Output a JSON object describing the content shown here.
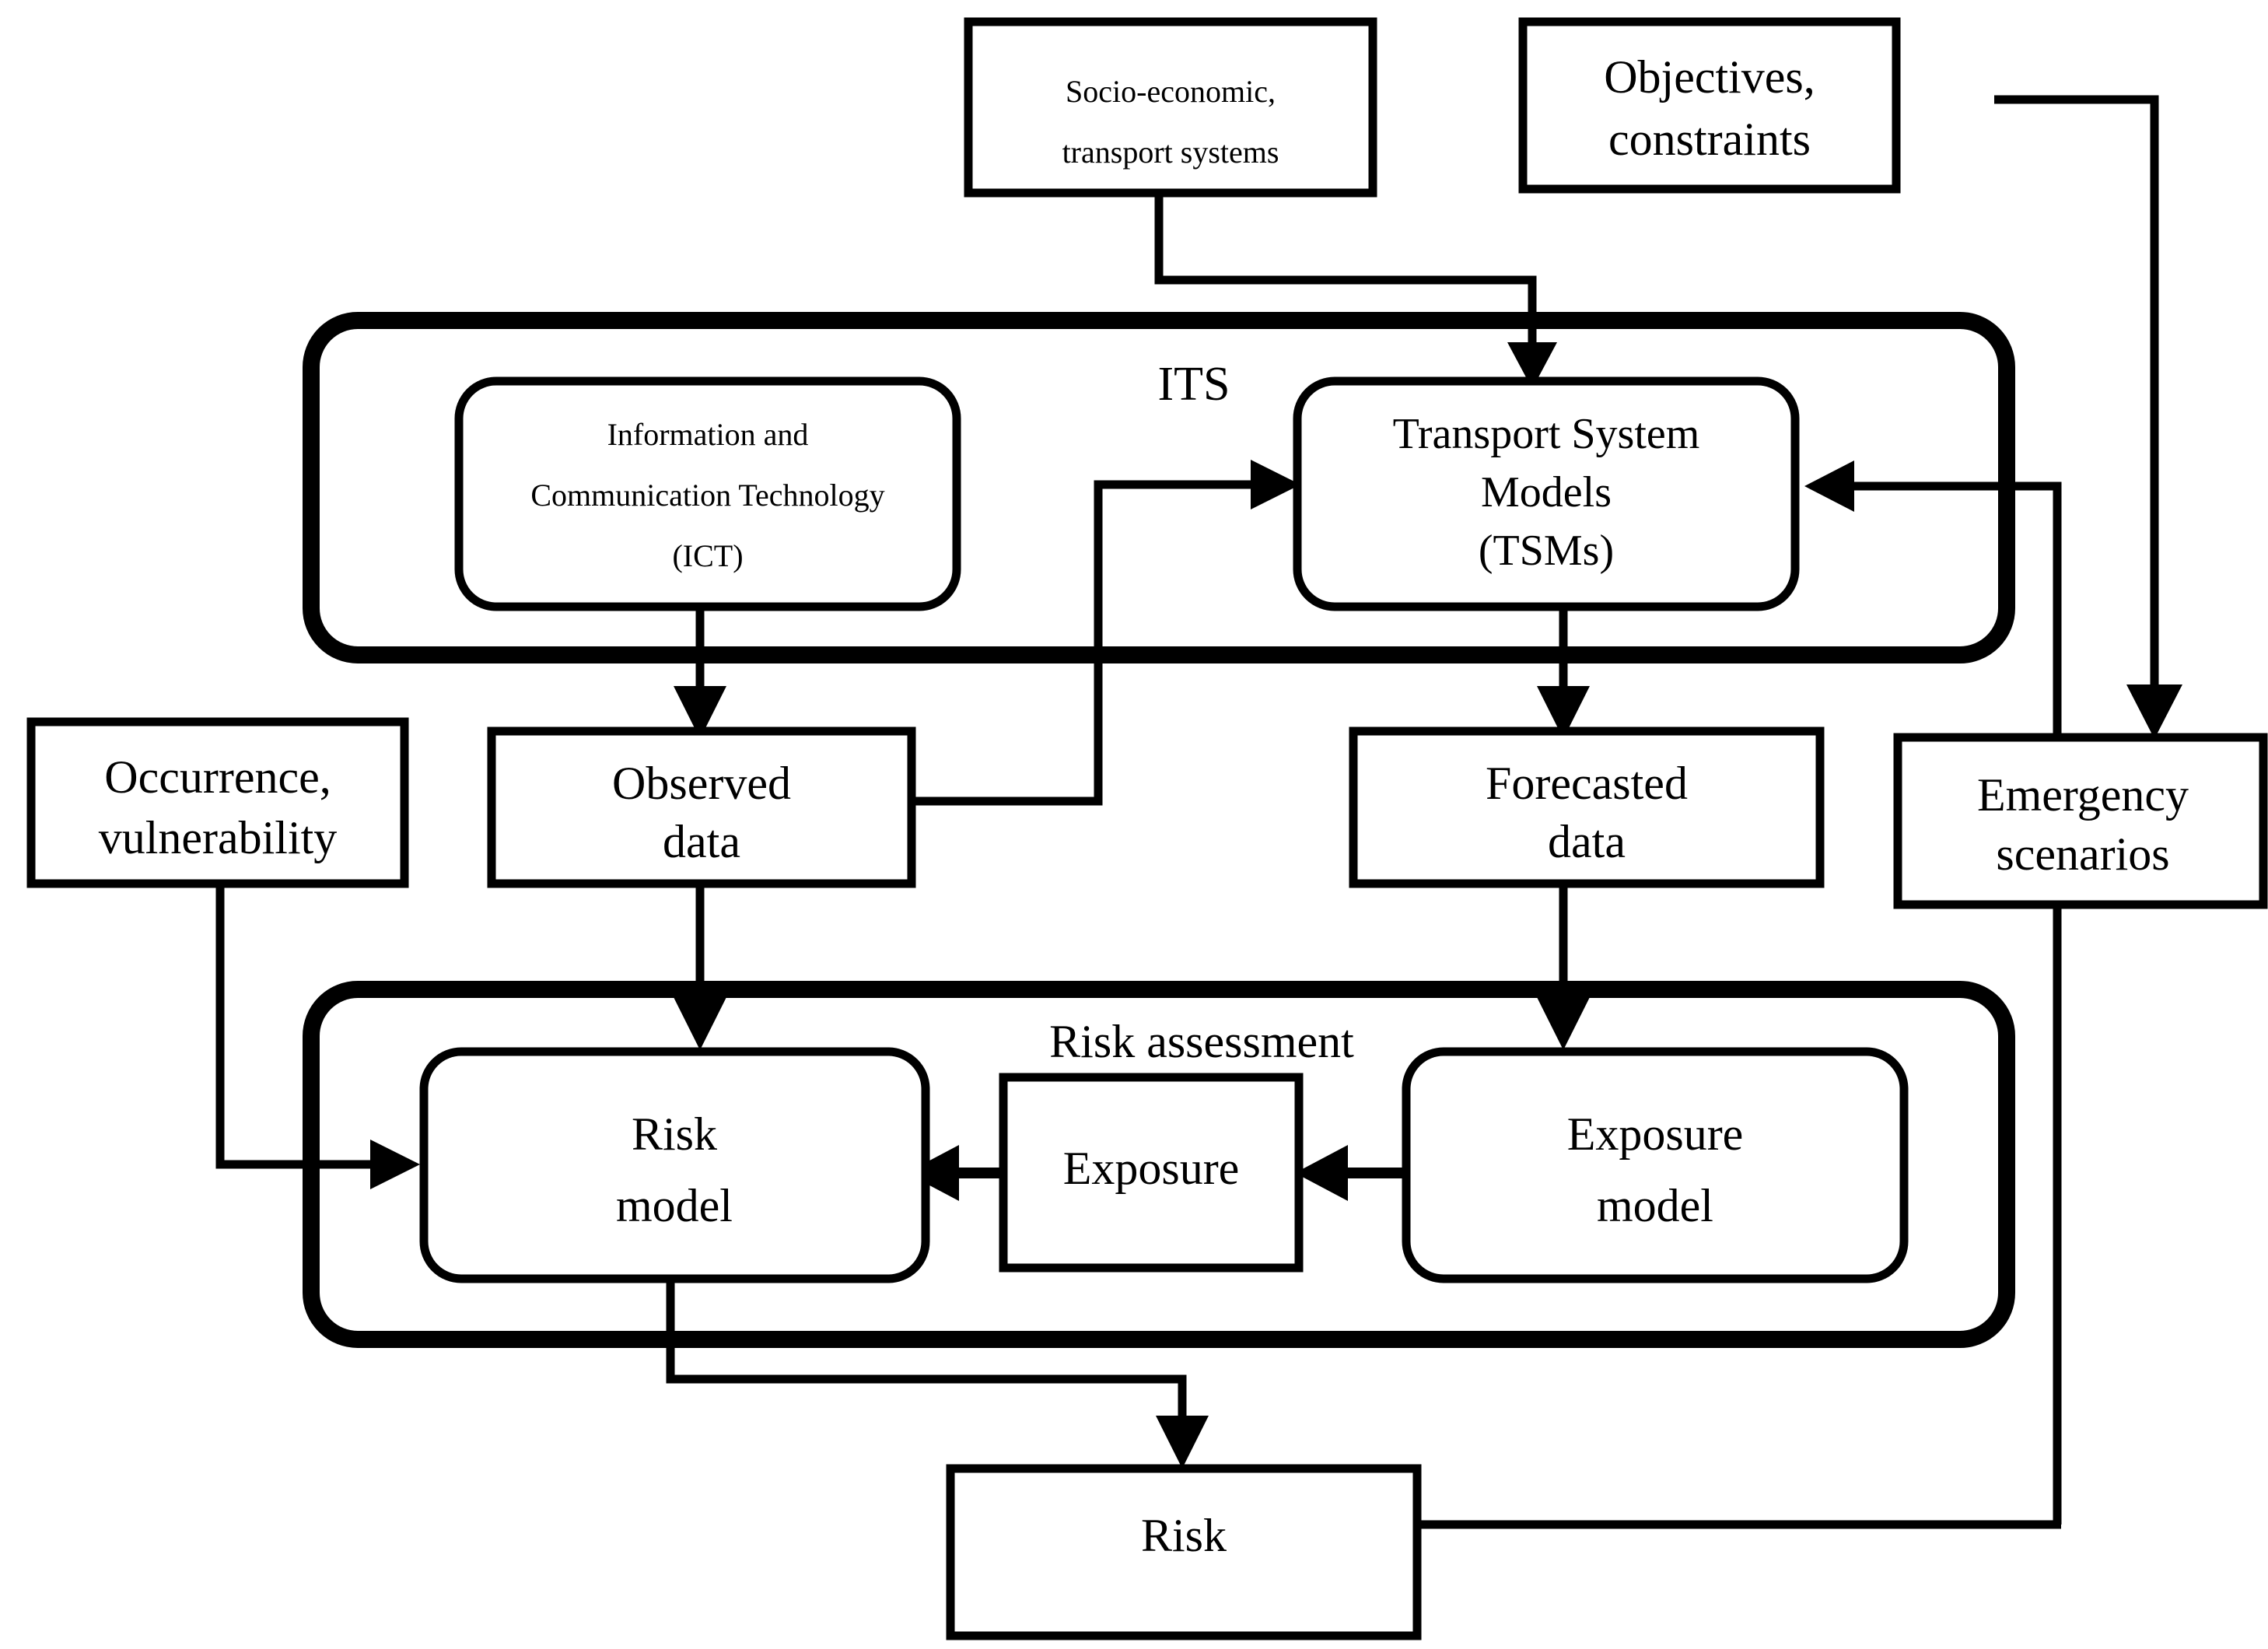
{
  "diagram": {
    "title": "ITS risk assessment framework flowchart",
    "nodes": {
      "socio": {
        "line1": "Socio-economic,",
        "line2": "transport systems"
      },
      "objectives": {
        "line1": "Objectives,",
        "line2": "constraints"
      },
      "its_label": "ITS",
      "ict": {
        "line1": "Information and",
        "line2": "Communication Technology",
        "line3": "(ICT)"
      },
      "tsm": {
        "line1": "Transport System",
        "line2": "Models",
        "line3": "(TSMs)"
      },
      "occurrence": {
        "line1": "Occurrence,",
        "line2": "vulnerability"
      },
      "observed": {
        "line1": "Observed",
        "line2": "data"
      },
      "forecasted": {
        "line1": "Forecasted",
        "line2": "data"
      },
      "emergency": {
        "line1": "Emergency",
        "line2": "scenarios"
      },
      "risk_assessment_label": "Risk assessment",
      "risk_model": {
        "line1": "Risk",
        "line2": "model"
      },
      "exposure": {
        "line1": "Exposure"
      },
      "exposure_model": {
        "line1": "Exposure",
        "line2": "model"
      },
      "risk": {
        "line1": "Risk"
      }
    },
    "colors": {
      "stroke": "#000000",
      "fill": "#ffffff",
      "text": "#000000"
    }
  }
}
